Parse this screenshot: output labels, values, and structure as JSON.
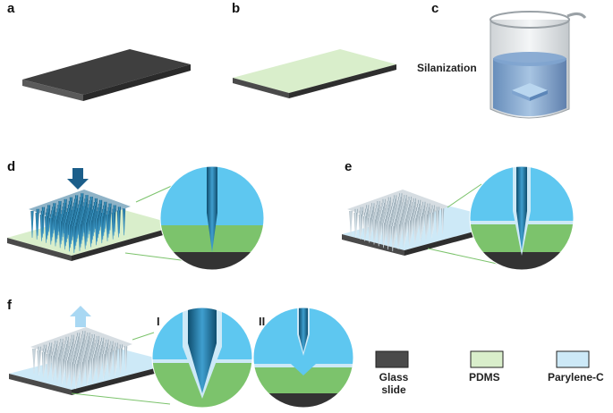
{
  "panels": {
    "a": "a",
    "b": "b",
    "c": "c",
    "d": "d",
    "e": "e",
    "f": "f"
  },
  "step_c_label": "Silanization",
  "zoom_labels": {
    "first": "I",
    "second": "II"
  },
  "legend": [
    {
      "label_line1": "Glass",
      "label_line2": "slide",
      "color": "#4a4a4a"
    },
    {
      "label_line1": "PDMS",
      "label_line2": "",
      "color": "#d9eecb"
    },
    {
      "label_line1": "Parylene-C",
      "label_line2": "",
      "color": "#cde9f7"
    }
  ],
  "colors": {
    "glass": "#4a4a4a",
    "glass_dark": "#2e2e2e",
    "pdms": "#d9eecb",
    "parylene": "#cde9f7",
    "bulk_blue": "#5ec7f0",
    "needle_blue": "#1e6f96",
    "arrow_down": "#1b5e8a",
    "arrow_up": "#a9d8f3",
    "zoom_green": "#7cc36c"
  }
}
